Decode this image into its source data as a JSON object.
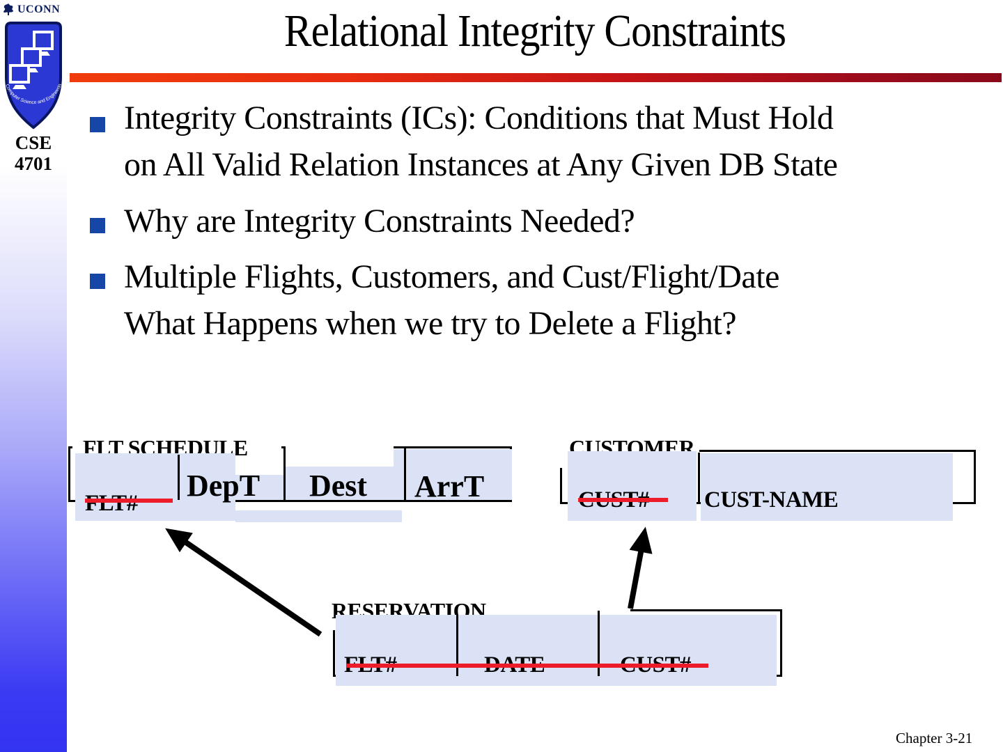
{
  "sidebar": {
    "logo_word": "UCONN",
    "shield_arc_text": "Computer Science and Engineering",
    "course_line1": "CSE",
    "course_line2": "4701"
  },
  "header": {
    "title": "Relational Integrity Constraints"
  },
  "bullets": [
    {
      "lines": [
        "Integrity Constraints (ICs): Conditions that Must Hold",
        "on All Valid Relation Instances at Any Given DB State"
      ]
    },
    {
      "lines": [
        "Why are Integrity Constraints Needed?"
      ]
    },
    {
      "lines": [
        "Multiple Flights, Customers, and Cust/Flight/Date",
        "What Happens when we try to Delete a Flight?"
      ]
    }
  ],
  "tables": {
    "flt_schedule": {
      "title": "FLT SCHEDULE",
      "columns": [
        "FLT#",
        "DepT",
        "Dest",
        "ArrT"
      ],
      "key_columns": [
        "FLT#"
      ]
    },
    "customer": {
      "title": "CUSTOMER",
      "columns": [
        "CUST#",
        "CUST-NAME"
      ],
      "key_columns": [
        "CUST#"
      ]
    },
    "reservation": {
      "title": "RESERVATION",
      "columns": [
        "FLT#",
        "DATE",
        "CUST#"
      ],
      "key_columns": [
        "FLT#",
        "DATE",
        "CUST#"
      ]
    }
  },
  "relationships": [
    {
      "from": "RESERVATION.FLT#",
      "to": "FLT SCHEDULE.FLT#"
    },
    {
      "from": "RESERVATION.CUST#",
      "to": "CUSTOMER.CUST#"
    }
  ],
  "footer": {
    "page_label": "Chapter 3-21"
  },
  "icons": {
    "leaf": "uconn-leaf-icon",
    "shield": "cse-shield-logo"
  },
  "colors": {
    "highlight_box": "#dbe2f6",
    "key_underline": "#ec1c2b",
    "bullet_square": "#1747a6",
    "rule_gradient_left": "#f03c0c",
    "rule_gradient_right": "#8a0a1a",
    "sidebar_blue": "#3333f2",
    "logo_navy": "#0c1e5e",
    "shield_blue": "#2b38d4"
  }
}
